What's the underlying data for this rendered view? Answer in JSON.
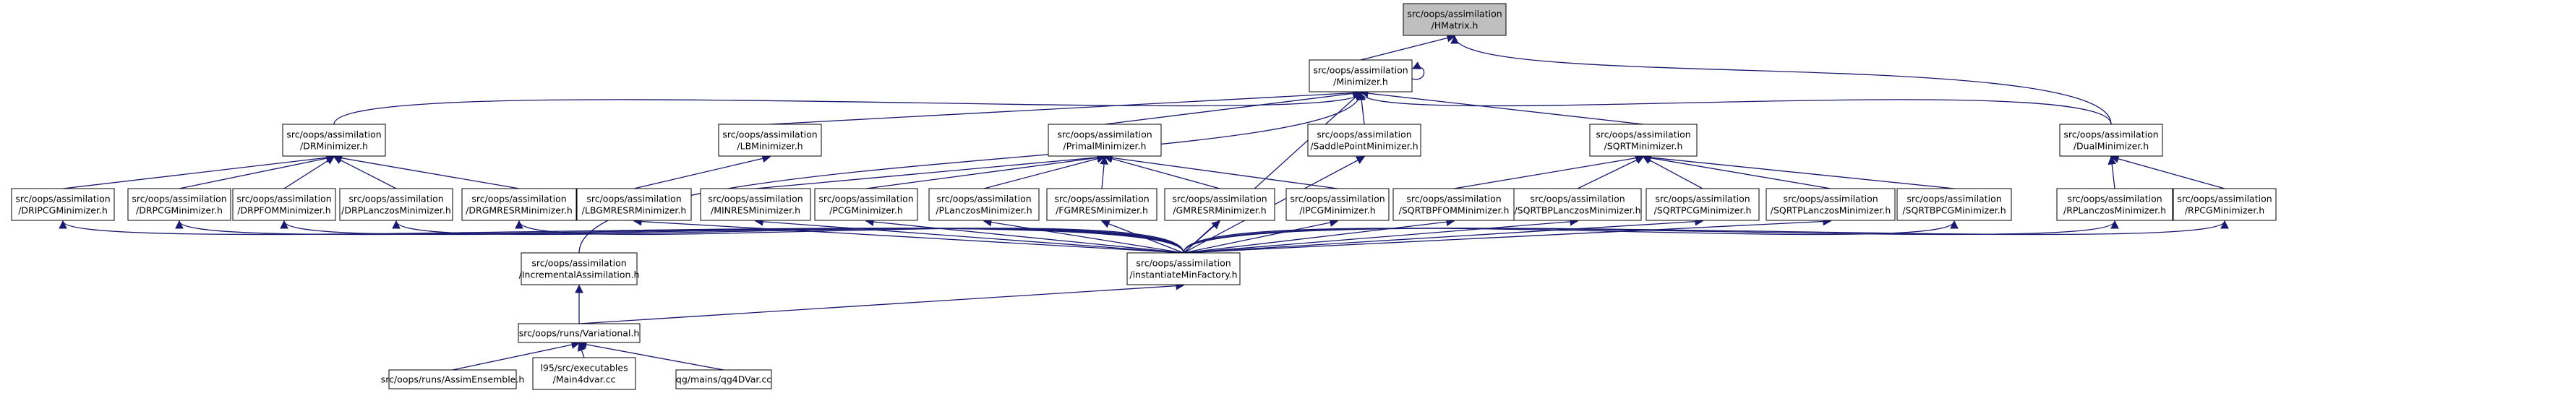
{
  "colors": {
    "edge": "#191970",
    "node_fill": "#ffffff",
    "root_fill": "#bfbfbf",
    "node_stroke": "#000000"
  },
  "nodes": [
    {
      "id": "hmatrix",
      "lines": [
        "src/oops/assimilation",
        "/HMatrix.h"
      ],
      "highlight": true
    },
    {
      "id": "minimizer",
      "lines": [
        "src/oops/assimilation",
        "/Minimizer.h"
      ]
    },
    {
      "id": "drminimizer",
      "lines": [
        "src/oops/assimilation",
        "/DRMinimizer.h"
      ]
    },
    {
      "id": "lbminimizer",
      "lines": [
        "src/oops/assimilation",
        "/LBMinimizer.h"
      ]
    },
    {
      "id": "primalminimizer",
      "lines": [
        "src/oops/assimilation",
        "/PrimalMinimizer.h"
      ]
    },
    {
      "id": "saddlepoint",
      "lines": [
        "src/oops/assimilation",
        "/SaddlePointMinimizer.h"
      ]
    },
    {
      "id": "sqrtminimizer",
      "lines": [
        "src/oops/assimilation",
        "/SQRTMinimizer.h"
      ]
    },
    {
      "id": "dualminimizer",
      "lines": [
        "src/oops/assimilation",
        "/DualMinimizer.h"
      ]
    },
    {
      "id": "dripcg",
      "lines": [
        "src/oops/assimilation",
        "/DRIPCGMinimizer.h"
      ]
    },
    {
      "id": "drpcg",
      "lines": [
        "src/oops/assimilation",
        "/DRPCGMinimizer.h"
      ]
    },
    {
      "id": "drpfom",
      "lines": [
        "src/oops/assimilation",
        "/DRPFOMMinimizer.h"
      ]
    },
    {
      "id": "drplanczos",
      "lines": [
        "src/oops/assimilation",
        "/DRPLanczosMinimizer.h"
      ]
    },
    {
      "id": "drgmresr",
      "lines": [
        "src/oops/assimilation",
        "/DRGMRESRMinimizer.h"
      ]
    },
    {
      "id": "lbgmresr",
      "lines": [
        "src/oops/assimilation",
        "/LBGMRESRMinimizer.h"
      ]
    },
    {
      "id": "minres",
      "lines": [
        "src/oops/assimilation",
        "/MINRESMinimizer.h"
      ]
    },
    {
      "id": "pcg",
      "lines": [
        "src/oops/assimilation",
        "/PCGMinimizer.h"
      ]
    },
    {
      "id": "planczos",
      "lines": [
        "src/oops/assimilation",
        "/PLanczosMinimizer.h"
      ]
    },
    {
      "id": "fgmres",
      "lines": [
        "src/oops/assimilation",
        "/FGMRESMinimizer.h"
      ]
    },
    {
      "id": "gmresr",
      "lines": [
        "src/oops/assimilation",
        "/GMRESRMinimizer.h"
      ]
    },
    {
      "id": "ipcg",
      "lines": [
        "src/oops/assimilation",
        "/IPCGMinimizer.h"
      ]
    },
    {
      "id": "sqrtbpfom",
      "lines": [
        "src/oops/assimilation",
        "/SQRTBPFOMMinimizer.h"
      ]
    },
    {
      "id": "sqrtbplanczos",
      "lines": [
        "src/oops/assimilation",
        "/SQRTBPLanczosMinimizer.h"
      ]
    },
    {
      "id": "sqrtpcg",
      "lines": [
        "src/oops/assimilation",
        "/SQRTPCGMinimizer.h"
      ]
    },
    {
      "id": "sqrtplanczos",
      "lines": [
        "src/oops/assimilation",
        "/SQRTPLanczosMinimizer.h"
      ]
    },
    {
      "id": "sqrtbpcg",
      "lines": [
        "src/oops/assimilation",
        "/SQRTBPCGMinimizer.h"
      ]
    },
    {
      "id": "rplanczos",
      "lines": [
        "src/oops/assimilation",
        "/RPLanczosMinimizer.h"
      ]
    },
    {
      "id": "rpcg",
      "lines": [
        "src/oops/assimilation",
        "/RPCGMinimizer.h"
      ]
    },
    {
      "id": "incremental",
      "lines": [
        "src/oops/assimilation",
        "/IncrementalAssimilation.h"
      ]
    },
    {
      "id": "instantiate",
      "lines": [
        "src/oops/assimilation",
        "/instantiateMinFactory.h"
      ]
    },
    {
      "id": "variational",
      "lines": [
        "src/oops/runs/Variational.h"
      ]
    },
    {
      "id": "assimensemble",
      "lines": [
        "src/oops/runs/AssimEnsemble.h"
      ]
    },
    {
      "id": "main4dvar",
      "lines": [
        "l95/src/executables",
        "/Main4dvar.cc"
      ]
    },
    {
      "id": "qg4dvar",
      "lines": [
        "qg/mains/qg4DVar.cc"
      ]
    }
  ],
  "edges": [
    [
      "minimizer",
      "hmatrix"
    ],
    [
      "dualminimizer",
      "hmatrix"
    ],
    [
      "minimizer",
      "minimizer"
    ],
    [
      "drminimizer",
      "minimizer"
    ],
    [
      "lbminimizer",
      "minimizer"
    ],
    [
      "primalminimizer",
      "minimizer"
    ],
    [
      "saddlepoint",
      "minimizer"
    ],
    [
      "sqrtminimizer",
      "minimizer"
    ],
    [
      "dualminimizer",
      "minimizer"
    ],
    [
      "incremental",
      "minimizer"
    ],
    [
      "instantiate",
      "minimizer"
    ],
    [
      "dripcg",
      "drminimizer"
    ],
    [
      "drpcg",
      "drminimizer"
    ],
    [
      "drpfom",
      "drminimizer"
    ],
    [
      "drplanczos",
      "drminimizer"
    ],
    [
      "drgmresr",
      "drminimizer"
    ],
    [
      "lbgmresr",
      "lbminimizer"
    ],
    [
      "minres",
      "primalminimizer"
    ],
    [
      "pcg",
      "primalminimizer"
    ],
    [
      "planczos",
      "primalminimizer"
    ],
    [
      "fgmres",
      "primalminimizer"
    ],
    [
      "gmresr",
      "primalminimizer"
    ],
    [
      "ipcg",
      "primalminimizer"
    ],
    [
      "sqrtbpfom",
      "sqrtminimizer"
    ],
    [
      "sqrtbplanczos",
      "sqrtminimizer"
    ],
    [
      "sqrtpcg",
      "sqrtminimizer"
    ],
    [
      "sqrtplanczos",
      "sqrtminimizer"
    ],
    [
      "sqrtbpcg",
      "sqrtminimizer"
    ],
    [
      "rplanczos",
      "dualminimizer"
    ],
    [
      "rpcg",
      "dualminimizer"
    ],
    [
      "instantiate",
      "dripcg"
    ],
    [
      "instantiate",
      "drpcg"
    ],
    [
      "instantiate",
      "drpfom"
    ],
    [
      "instantiate",
      "drplanczos"
    ],
    [
      "instantiate",
      "drgmresr"
    ],
    [
      "instantiate",
      "lbgmresr"
    ],
    [
      "instantiate",
      "minres"
    ],
    [
      "instantiate",
      "pcg"
    ],
    [
      "instantiate",
      "planczos"
    ],
    [
      "instantiate",
      "fgmres"
    ],
    [
      "instantiate",
      "gmresr"
    ],
    [
      "instantiate",
      "ipcg"
    ],
    [
      "instantiate",
      "saddlepoint"
    ],
    [
      "instantiate",
      "sqrtbpfom"
    ],
    [
      "instantiate",
      "sqrtbplanczos"
    ],
    [
      "instantiate",
      "sqrtpcg"
    ],
    [
      "instantiate",
      "sqrtplanczos"
    ],
    [
      "instantiate",
      "sqrtbpcg"
    ],
    [
      "instantiate",
      "rplanczos"
    ],
    [
      "instantiate",
      "rpcg"
    ],
    [
      "variational",
      "incremental"
    ],
    [
      "variational",
      "instantiate"
    ],
    [
      "assimensemble",
      "variational"
    ],
    [
      "main4dvar",
      "variational"
    ],
    [
      "qg4dvar",
      "variational"
    ]
  ]
}
